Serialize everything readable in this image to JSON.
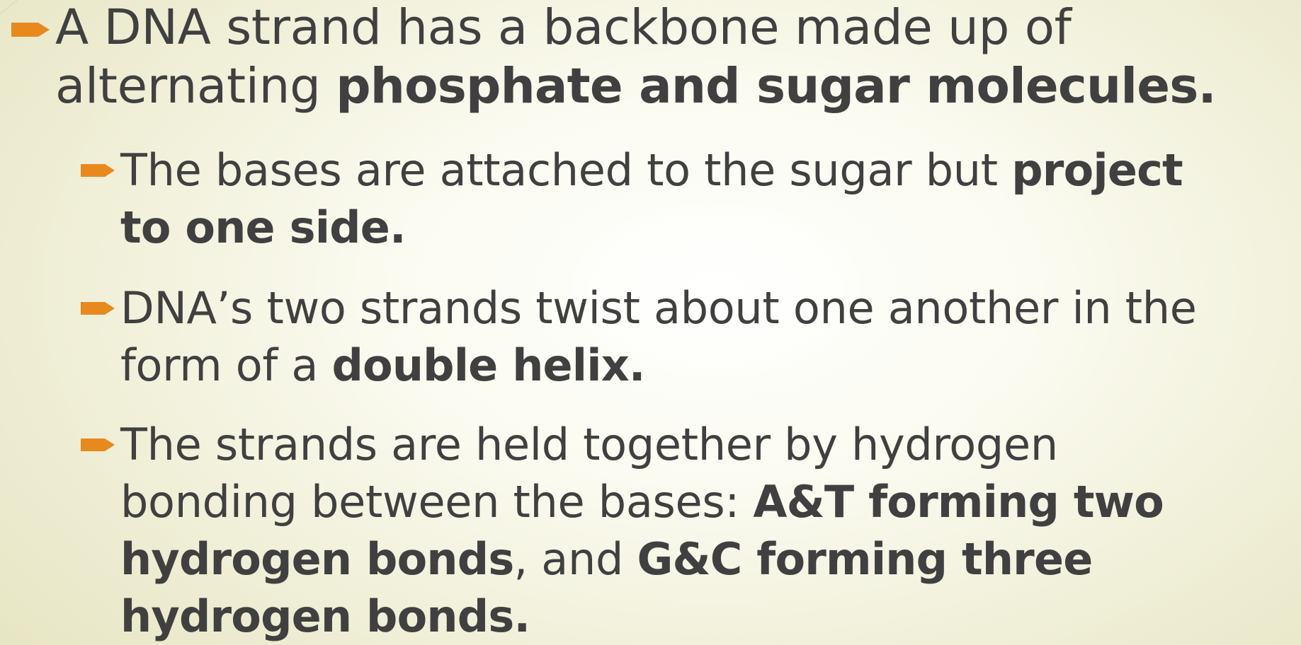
{
  "colors": {
    "bullet_accent": "#e8891e",
    "text": "#404040"
  },
  "bullets": [
    {
      "icon": "arrow-bullet-icon",
      "line1_plain": "A DNA strand has a backbone made up of",
      "line2_plain": "alternating ",
      "line2_bold": "phosphate and sugar molecules."
    }
  ],
  "sub_bullets": [
    {
      "icon": "arrow-bullet-icon",
      "line1_plain": "The bases are attached to the sugar but ",
      "line1_bold": "project",
      "line2_bold": "to one side."
    },
    {
      "icon": "arrow-bullet-icon",
      "line1_plain": "DNA’s two strands twist about one another in the",
      "line2_plain": "form of a ",
      "line2_bold": "double helix."
    },
    {
      "icon": "arrow-bullet-icon",
      "line1_plain": "The strands are held together by hydrogen",
      "line2_plain": "bonding between the bases: ",
      "line2_bold": "A&T forming two",
      "line3_bold_a": "hydrogen bonds",
      "line3_plain": ", and ",
      "line3_bold_b": "G&C forming three",
      "line4_bold": "hydrogen bonds."
    }
  ]
}
